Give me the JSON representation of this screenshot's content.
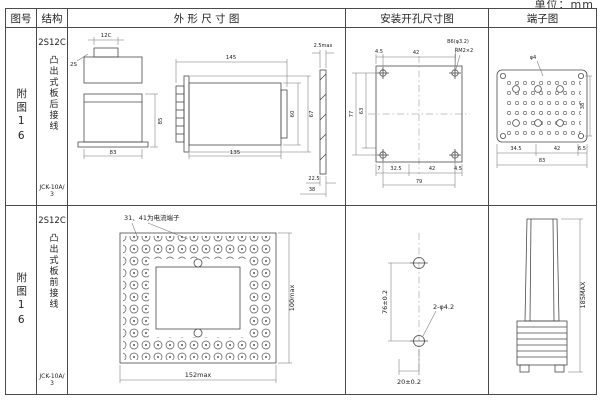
{
  "unit_label": "单位：mm",
  "headers": {
    "fig_no": "图号",
    "structure": "结构",
    "outline": "外 形 尺 寸 图",
    "install": "安装开孔尺寸图",
    "terminal": "端子图"
  },
  "rows": [
    {
      "fig_no": "附图16",
      "model": "2S12C",
      "mount": "凸出式板后接线",
      "code": "JCK-10A/3",
      "outline": {
        "top_width": "12C",
        "side_label": "2S",
        "front_width": "83",
        "front_height": "85",
        "side_top": "145",
        "side_bottom": "135",
        "side_h_inner": "60",
        "side_h_outer": "67",
        "panel_gap": "2.5max",
        "panel_d1": "22.5",
        "panel_d2": "38"
      },
      "install": {
        "top_left": "4.5",
        "top_span": "42",
        "hole_label": "B6(φ3.2)",
        "screw_label": "RM2×2",
        "left_outer": "77",
        "left_inner": "63",
        "bot_1": "7",
        "bot_2": "32.5",
        "bot_3": "42",
        "bot_4": "4.5",
        "bot_total": "79"
      },
      "terminal": {
        "hole": "φ4",
        "right": "38",
        "bot_1": "34.5",
        "bot_2": "42",
        "bot_3": "6.5",
        "bot_total": "83"
      }
    },
    {
      "fig_no": "附图16",
      "model": "2S12C",
      "mount": "凸出式板前接线",
      "code": "JCK-10A/3",
      "outline": {
        "note": "31、41为电流端子",
        "width": "152max",
        "height": "100max"
      },
      "install": {
        "vertical": "76±0.2",
        "holes": "2-φ4.2",
        "offset": "20±0.2"
      },
      "terminal": {
        "height": "185MAX"
      }
    }
  ]
}
